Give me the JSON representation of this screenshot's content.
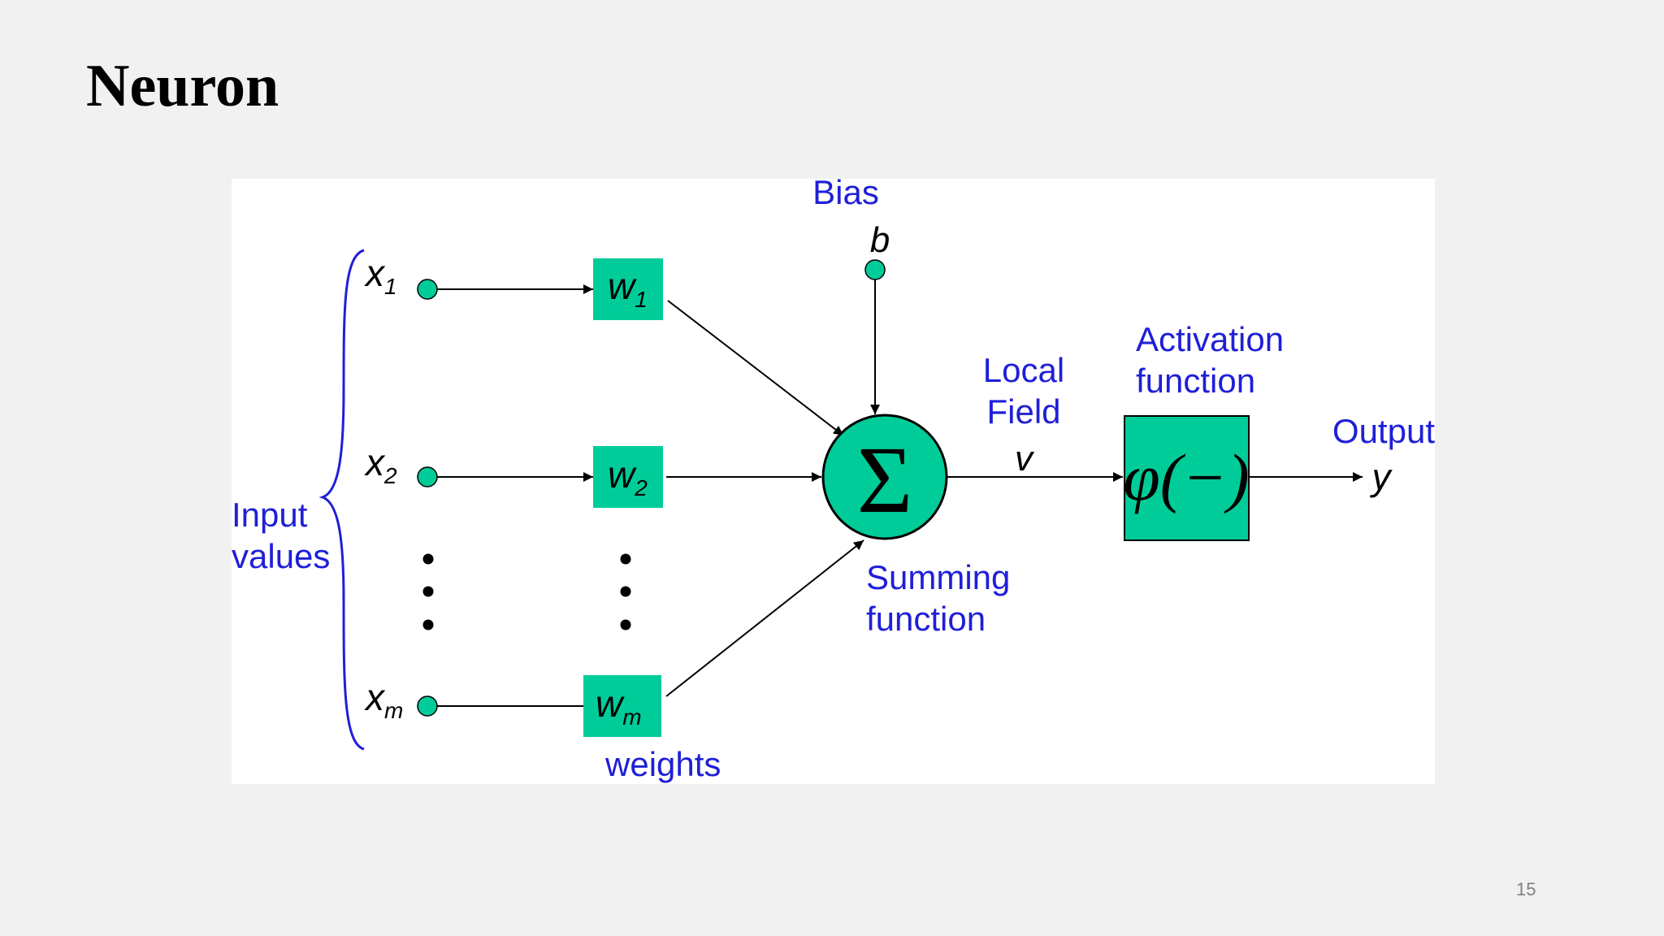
{
  "slide": {
    "title": "Neuron",
    "page_number": "15"
  },
  "diagram": {
    "colors": {
      "node_fill": "#00cc99",
      "label_blue": "#1f1fd8",
      "line": "#000000"
    },
    "inputs": [
      {
        "name": "x",
        "sub": "1"
      },
      {
        "name": "x",
        "sub": "2"
      },
      {
        "name": "x",
        "sub": "m"
      }
    ],
    "weights": [
      {
        "name": "w",
        "sub": "1"
      },
      {
        "name": "w",
        "sub": "2"
      },
      {
        "name": "w",
        "sub": "m"
      }
    ],
    "labels": {
      "input_line1": "Input",
      "input_line2": "values",
      "weights": "weights",
      "bias": "Bias",
      "bias_symbol": "b",
      "summing_line1": "Summing",
      "summing_line2": "function",
      "local_field_line1": "Local",
      "local_field_line2": "Field",
      "local_field_symbol": "v",
      "activation_line1": "Activation",
      "activation_line2": "function",
      "output": "Output",
      "output_symbol": "y",
      "sum_symbol": "Σ",
      "activation_symbol": "φ(−)"
    }
  }
}
